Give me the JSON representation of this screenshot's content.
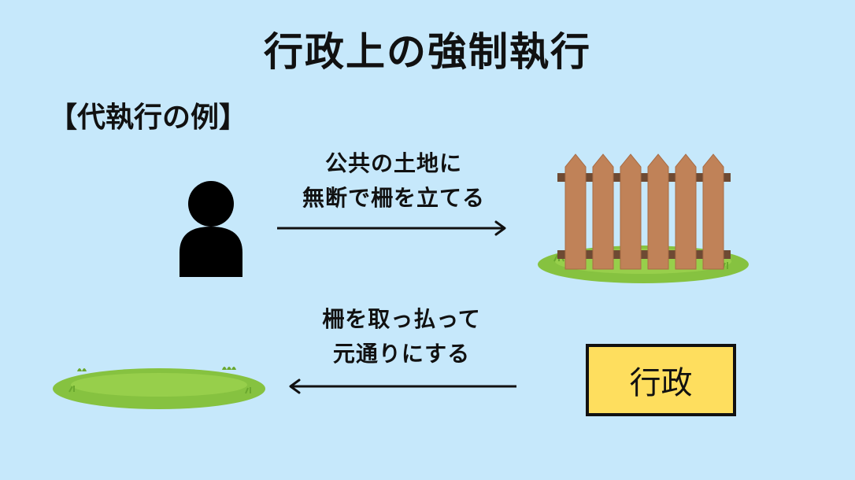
{
  "title": "行政上の強制執行",
  "subtitle": "【代執行の例】",
  "top_arrow": {
    "line1": "公共の土地に",
    "line2": "無断で柵を立てる"
  },
  "bottom_arrow": {
    "line1": "柵を取っ払って",
    "line2": "元通りにする"
  },
  "gov_box": {
    "label": "行政"
  },
  "colors": {
    "background": "#c6e8fb",
    "fence": "#c08258",
    "grass": "#8cc63f",
    "box_fill": "#fede5e"
  },
  "icons": [
    "person-icon",
    "fence-icon",
    "grass-patch-icon",
    "arrow-right-icon",
    "arrow-left-icon"
  ]
}
